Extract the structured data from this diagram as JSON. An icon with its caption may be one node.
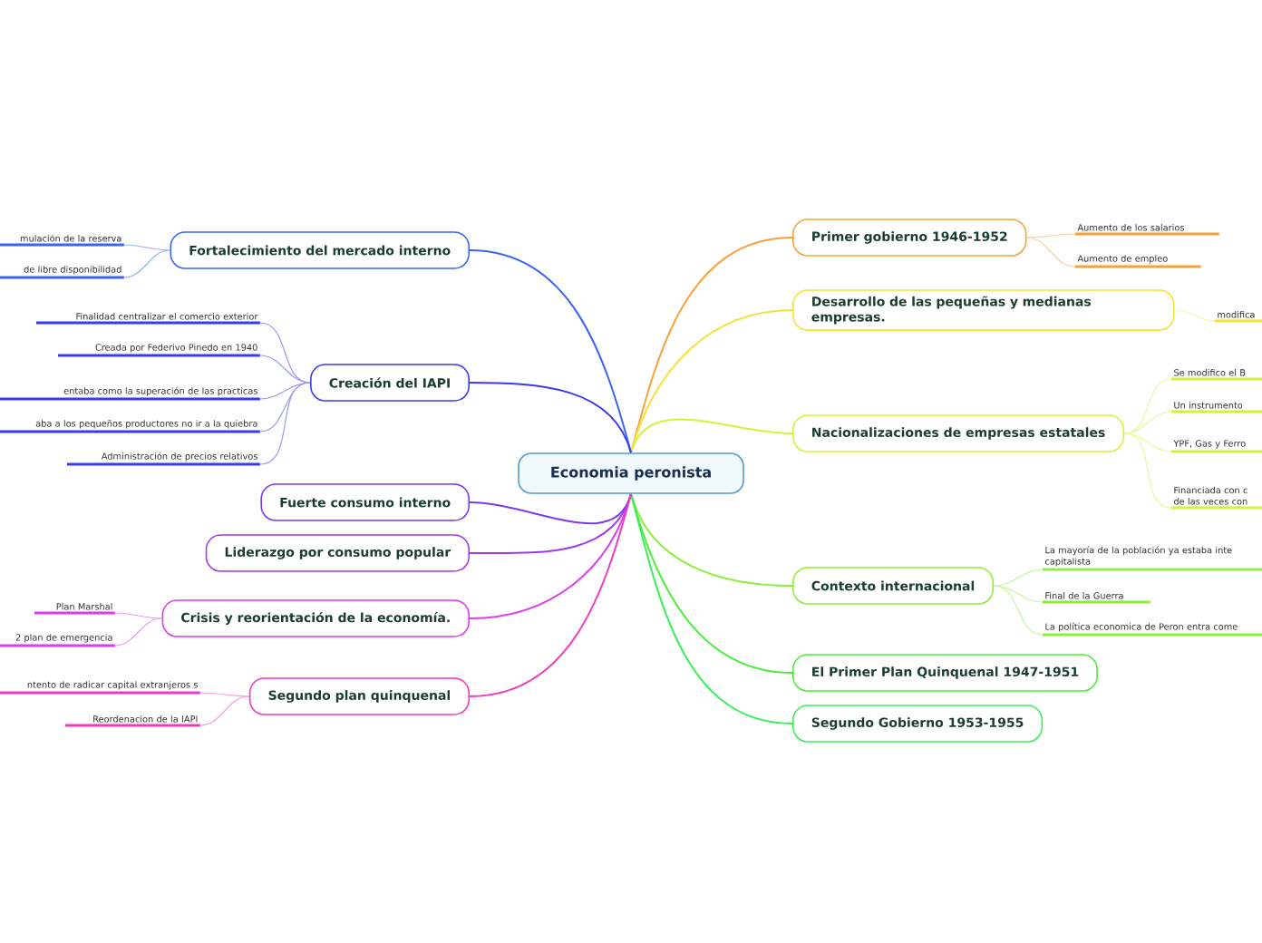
{
  "diagram": {
    "nodes": [
      {
        "text": [
          "Economia peronista"
        ]
      },
      {
        "text": [
          "Primer gobierno 1946-1952"
        ]
      },
      {
        "text": [
          "Aumento de los salarios"
        ]
      },
      {
        "text": [
          "Aumento de empleo"
        ]
      },
      {
        "text": [
          "Desarrollo de las pequeñas y medianas empresas."
        ]
      },
      {
        "text": [
          "modifica"
        ]
      },
      {
        "text": [
          "Nacionalizaciones de empresas estatales"
        ]
      },
      {
        "text": [
          "Se modifico el B"
        ]
      },
      {
        "text": [
          "Un instrumento"
        ]
      },
      {
        "text": [
          "YPF, Gas y Ferro"
        ]
      },
      {
        "text": [
          "Financiada con c de las veces con"
        ]
      },
      {
        "text": [
          "Contexto internacional"
        ]
      },
      {
        "text": [
          "La mayoría de la población ya estaba inte capitalista"
        ]
      },
      {
        "text": [
          "Final de la Guerra"
        ]
      },
      {
        "text": [
          "La política economica de Peron entra come"
        ]
      },
      {
        "text": [
          "El Primer Plan Quinquenal 1947-1951"
        ]
      },
      {
        "text": [
          "Segundo Gobierno 1953-1955"
        ]
      },
      {
        "text": [
          "Fortalecimiento del mercado interno"
        ]
      },
      {
        "text": [
          "mulación de la reserva"
        ]
      },
      {
        "text": [
          "de libre disponibilidad"
        ]
      },
      {
        "text": [
          "Creación del IAPI"
        ]
      },
      {
        "text": [
          "Finalidad centralizar el comercio exterior"
        ]
      },
      {
        "text": [
          "Creada por Federivo Pinedo en 1940"
        ]
      },
      {
        "text": [
          "entaba como la superación de las practicas"
        ]
      },
      {
        "text": [
          "aba a los pequeños productores no ir a la quiebra"
        ]
      },
      {
        "text": [
          "Administración de precios relativos"
        ]
      },
      {
        "text": [
          "Fuerte consumo interno"
        ]
      },
      {
        "text": [
          "Liderazgo por consumo popular"
        ]
      },
      {
        "text": [
          "Crisis y reorientación de la economía."
        ]
      },
      {
        "text": [
          "Plan Marshal"
        ]
      },
      {
        "text": [
          "2 plan de emergencia"
        ]
      },
      {
        "text": [
          "Segundo plan quinquenal"
        ]
      },
      {
        "text": [
          "ntento de radicar capital extranjeros s"
        ]
      },
      {
        "text": [
          "Reordenacion de la IAPI"
        ]
      }
    ],
    "edges": [
      {
        "from": 0,
        "to": 1,
        "arrow": "none",
        "color": "#f7a13a"
      },
      {
        "from": 0,
        "to": 4,
        "arrow": "none",
        "color": "#f4e23a"
      },
      {
        "from": 0,
        "to": 6,
        "arrow": "none",
        "color": "#d4f23a"
      },
      {
        "from": 0,
        "to": 11,
        "arrow": "none",
        "color": "#8aee3a"
      },
      {
        "from": 0,
        "to": 15,
        "arrow": "none",
        "color": "#4aee3a"
      },
      {
        "from": 0,
        "to": 16,
        "arrow": "none",
        "color": "#3aee5a"
      },
      {
        "from": 0,
        "to": 17,
        "arrow": "none",
        "color": "#3a64f4"
      },
      {
        "from": 0,
        "to": 20,
        "arrow": "none",
        "color": "#3a3af0"
      },
      {
        "from": 0,
        "to": 26,
        "arrow": "none",
        "color": "#7a3af0"
      },
      {
        "from": 0,
        "to": 27,
        "arrow": "none",
        "color": "#a03af0"
      },
      {
        "from": 0,
        "to": 28,
        "arrow": "none",
        "color": "#e03af0"
      },
      {
        "from": 0,
        "to": 31,
        "arrow": "none",
        "color": "#f03ac0"
      },
      {
        "from": 1,
        "to": 2,
        "arrow": "none",
        "color": "#fbd09a"
      },
      {
        "from": 1,
        "to": 3,
        "arrow": "none",
        "color": "#fbd09a"
      },
      {
        "from": 4,
        "to": 5,
        "arrow": "none",
        "color": "#f9f09a"
      },
      {
        "from": 6,
        "to": 7,
        "arrow": "none",
        "color": "#e8f89a"
      },
      {
        "from": 6,
        "to": 8,
        "arrow": "none",
        "color": "#e8f89a"
      },
      {
        "from": 6,
        "to": 9,
        "arrow": "none",
        "color": "#e8f89a"
      },
      {
        "from": 6,
        "to": 10,
        "arrow": "none",
        "color": "#e8f89a"
      },
      {
        "from": 11,
        "to": 12,
        "arrow": "none",
        "color": "#c4f69a"
      },
      {
        "from": 11,
        "to": 13,
        "arrow": "none",
        "color": "#c4f69a"
      },
      {
        "from": 11,
        "to": 14,
        "arrow": "none",
        "color": "#c4f69a"
      },
      {
        "from": 17,
        "to": 18,
        "arrow": "none",
        "color": "#9ab2f9"
      },
      {
        "from": 17,
        "to": 19,
        "arrow": "none",
        "color": "#9ab2f9"
      },
      {
        "from": 20,
        "to": 21,
        "arrow": "none",
        "color": "#9a9af7"
      },
      {
        "from": 20,
        "to": 22,
        "arrow": "none",
        "color": "#9a9af7"
      },
      {
        "from": 20,
        "to": 23,
        "arrow": "none",
        "color": "#9a9af7"
      },
      {
        "from": 20,
        "to": 24,
        "arrow": "none",
        "color": "#9a9af7"
      },
      {
        "from": 20,
        "to": 25,
        "arrow": "none",
        "color": "#9a9af7"
      },
      {
        "from": 28,
        "to": 29,
        "arrow": "none",
        "color": "#ef9af7"
      },
      {
        "from": 28,
        "to": 30,
        "arrow": "none",
        "color": "#ef9af7"
      },
      {
        "from": 31,
        "to": 32,
        "arrow": "none",
        "color": "#f79ae0"
      },
      {
        "from": 31,
        "to": 33,
        "arrow": "none",
        "color": "#f79ae0"
      }
    ]
  }
}
